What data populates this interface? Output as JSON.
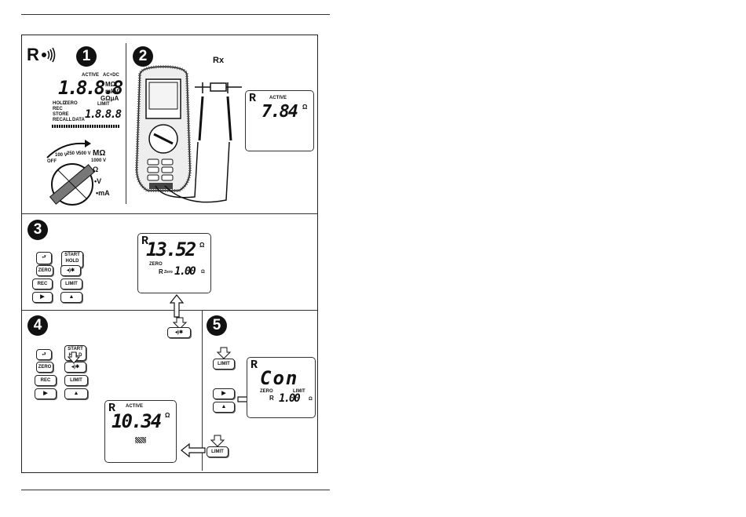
{
  "header_rule": true,
  "panel1": {
    "step": "1",
    "mode_letter": "R",
    "mode_icon": "buzzer-icon",
    "lcd_segments": {
      "active": "ACTIVE",
      "acdc": "AC+DC",
      "digits": "1.8.8.8",
      "units_top": "MΩ",
      "units_mid": "mkV",
      "units_bot": "GΩμA",
      "hold": "HOLD",
      "zero": "ZERO",
      "rec": "REC",
      "store": "STORE",
      "recall": "RECALL",
      "data": "DATA",
      "limit": "LIMIT",
      "small_digits": "1.8.8.8"
    },
    "dial_labels": {
      "off": "OFF",
      "v100": "100 V",
      "v250": "250 V",
      "v500": "500 V",
      "v1000": "1000 V",
      "mohm": "MΩ",
      "ohm": "Ω",
      "v": "•V",
      "ma": "•mA"
    }
  },
  "panel2": {
    "step": "2",
    "resistor_label": "Rx",
    "lcd": {
      "mode": "R",
      "active": "ACTIVE",
      "value": "7.84",
      "unit": "Ω"
    }
  },
  "panel3": {
    "step": "3",
    "keys": {
      "start": "START",
      "hold": "HOLD",
      "zero": "ZERO",
      "rec": "REC",
      "limit": "LIMIT"
    },
    "lcd": {
      "mode": "R",
      "value": "13.52",
      "unit": "Ω",
      "zero": "ZERO",
      "rzero_label": "R",
      "rzero_sub": "Zero",
      "rzero_value": "1.00",
      "rzero_unit": "Ω"
    }
  },
  "panel4": {
    "step": "4",
    "keys": {
      "start": "START",
      "hold": "HOLD",
      "zero": "ZERO",
      "rec": "REC",
      "limit": "LIMIT"
    },
    "lcd": {
      "mode": "R",
      "active": "ACTIVE",
      "value": "10.34",
      "unit": "Ω"
    }
  },
  "panel5": {
    "step": "5",
    "keys": {
      "limit": "LIMIT"
    },
    "lcd": {
      "mode": "R",
      "value": "Con",
      "zero": "ZERO",
      "limit": "LIMIT",
      "r_label": "R",
      "r_value": "1.00",
      "r_unit": "Ω"
    }
  },
  "colors": {
    "ink": "#111111",
    "line": "#333333",
    "hatch": "#555555"
  }
}
